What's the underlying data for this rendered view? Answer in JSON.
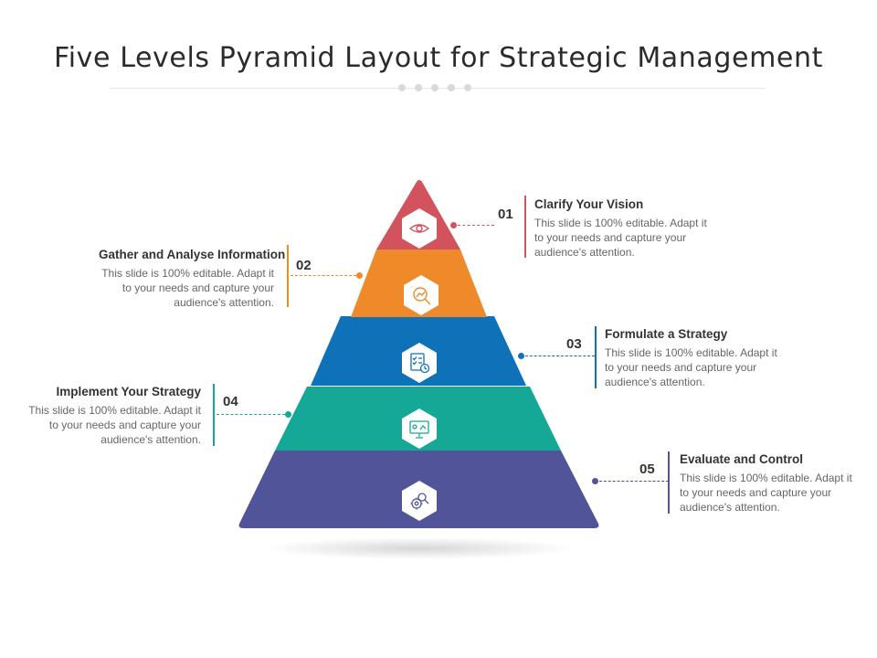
{
  "title": "Five Levels Pyramid Layout for Strategic Management",
  "colors": {
    "level1": "#d2525d",
    "level2": "#ef8a2a",
    "level3": "#0f72b9",
    "level4": "#16a896",
    "level5": "#525499"
  },
  "levels": [
    {
      "number": "01",
      "heading": "Clarify Your Vision",
      "description": "This slide is 100% editable. Adapt it to your needs and capture your audience's attention.",
      "icon": "eye-icon"
    },
    {
      "number": "02",
      "heading": "Gather and Analyse Information",
      "description": "This slide is 100% editable. Adapt it to your needs and capture your audience's attention.",
      "icon": "magnifier-chart-icon"
    },
    {
      "number": "03",
      "heading": "Formulate a Strategy",
      "description": "This slide is 100% editable. Adapt it to your needs and capture your audience's attention.",
      "icon": "checklist-clock-icon"
    },
    {
      "number": "04",
      "heading": "Implement Your Strategy",
      "description": "This slide is 100% editable. Adapt it to your needs and capture your audience's attention.",
      "icon": "presentation-board-icon"
    },
    {
      "number": "05",
      "heading": "Evaluate and Control",
      "description": "This slide is 100% editable. Adapt it to your needs and capture your audience's attention.",
      "icon": "gear-magnifier-icon"
    }
  ]
}
